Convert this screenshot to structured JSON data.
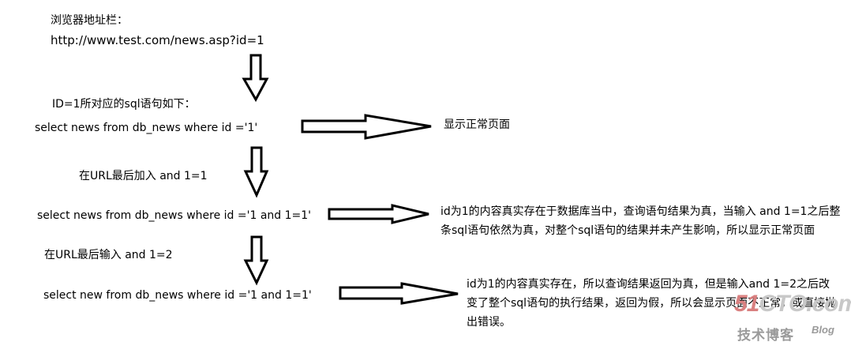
{
  "browser": {
    "label": "浏览器地址栏：",
    "url": "http://www.test.com/news.asp?id=1"
  },
  "step1": {
    "caption": "ID=1所对应的sql语句如下：",
    "query": "select news from db_news where id ='1'",
    "result": "显示正常页面"
  },
  "step2": {
    "caption": "在URL最后加入 and 1=1",
    "query": "select news from db_news where id ='1 and 1=1'",
    "result": "id为1的内容真实存在于数据库当中，查询语句结果为真，当输入 and 1=1之后整条sql语句依然为真，对整个sql语句的结果并未产生影响，所以显示正常页面"
  },
  "step3": {
    "caption": "在URL最后输入 and 1=2",
    "query": "select new from db_news where id ='1 and 1=1'",
    "result": "id为1的内容真实存在，所以查询结果返回为真，但是输入and 1=2之后改变了整个sql语句的执行结果，返回为假，所以会显示页面不正常，或直接抛出错误。"
  },
  "watermark": {
    "site_prefix": "51",
    "site_suffix": "CTO.com",
    "tagline": "技术博客",
    "blog": "Blog"
  }
}
